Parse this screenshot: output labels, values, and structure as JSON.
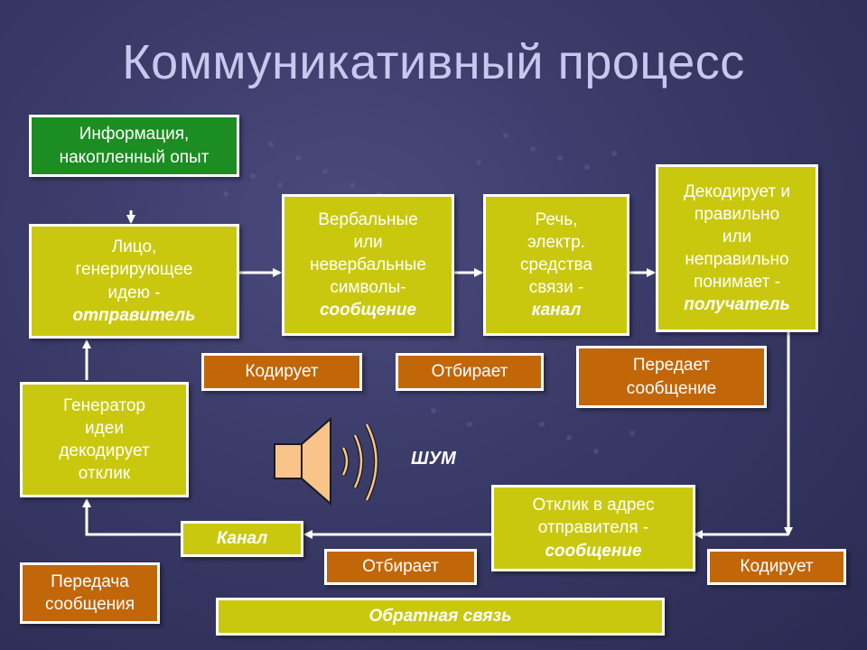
{
  "title": "Коммуникативный процесс",
  "info_box": [
    "Информация,",
    "накопленный опыт"
  ],
  "sender_box": {
    "lines": [
      "Лицо,",
      "генерирующее",
      "идею -"
    ],
    "role": "отправитель"
  },
  "message_box": {
    "lines": [
      "Вербальные",
      "или",
      "невербальные",
      "символы-"
    ],
    "role": "сообщение"
  },
  "channel_box": {
    "lines": [
      "Речь,",
      "электр.",
      "средства",
      "связи -"
    ],
    "role": "канал"
  },
  "receiver_box": {
    "lines": [
      "Декодирует и",
      "правильно",
      "или",
      "неправильно",
      "понимает -"
    ],
    "role": "получатель"
  },
  "encode_top": "Кодирует",
  "select_top": "Отбирает",
  "transmit_top": [
    "Передает",
    "сообщение"
  ],
  "generator_box": [
    "Генератор",
    "идеи",
    "декодирует",
    "отклик"
  ],
  "noise_label": "ШУМ",
  "response_box": {
    "lines": [
      "Отклик в адрес",
      "отправителя -"
    ],
    "role": "сообщение"
  },
  "channel_bottom": "Канал",
  "select_bottom": "Отбирает",
  "encode_bottom": "Кодирует",
  "transmit_bottom": [
    "Передача",
    "сообщения"
  ],
  "feedback": "Обратная связь",
  "colors": {
    "olive": "#c9c80f",
    "green": "#1c8d22",
    "orange": "#c2660a",
    "background": "#3a3a68"
  }
}
